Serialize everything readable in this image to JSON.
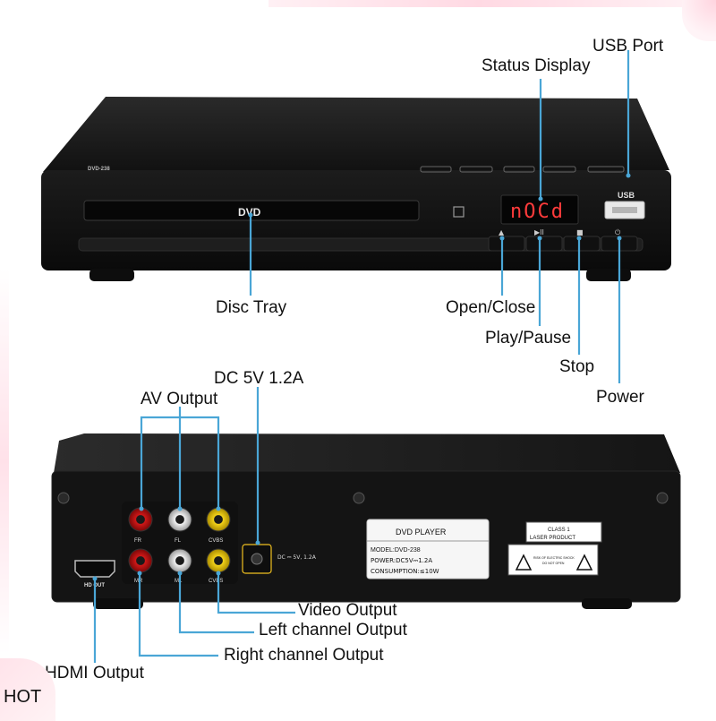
{
  "labels": {
    "usb_port": "USB Port",
    "status_display": "Status Display",
    "disc_tray": "Disc Tray",
    "open_close": "Open/Close",
    "play_pause": "Play/Pause",
    "stop": "Stop",
    "power": "Power",
    "dc_input": "DC 5V 1.2A",
    "av_output": "AV Output",
    "video_output": "Video Output",
    "left_channel_output": "Left channel Output",
    "right_channel_output": "Right channel Output",
    "hdmi_output": "HDMI Output"
  },
  "front_panel": {
    "model_text": "DVD-238",
    "tray_text": "DVD",
    "display_text": "nOCd",
    "usb_text": "USB",
    "button_glyphs": [
      "▲",
      "▶II",
      "■",
      "⏻"
    ]
  },
  "rear_panel": {
    "jack_labels_top": [
      "FR",
      "FL",
      "CVBS"
    ],
    "jack_labels_bottom": [
      "MR",
      "ML",
      "CVBS"
    ],
    "hdmi_text": "HD OUT",
    "dc_text": "DC ⎓ 5V, 1.2A",
    "plate": {
      "title": "DVD PLAYER",
      "model": "MODEL:DVD-238",
      "power": "POWER:DC5V⎓1.2A",
      "consumption": "CONSUMPTION:≤10W"
    },
    "laser_label": [
      "CLASS 1",
      "LASER PRODUCT"
    ],
    "warning_label": [
      "RISK OF ELECTRIC SHOCK",
      "DO NOT OPEN"
    ]
  },
  "badge": {
    "text": "HOT"
  },
  "colors": {
    "leader": "#4aa6d6",
    "display_red": "#ff3b3b",
    "chassis": "#161616"
  }
}
